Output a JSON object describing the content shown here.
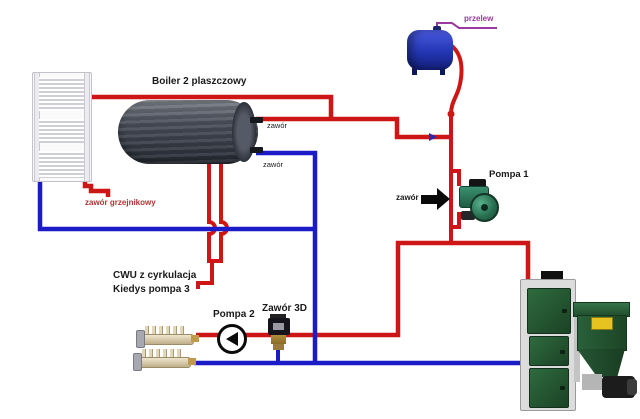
{
  "labels": {
    "boiler_title": "Boiler 2 plaszczowy",
    "przelew": "przelew",
    "tank_valve_top": "zawór",
    "tank_valve_bottom": "zawór",
    "radiator_valve": "zawór grzejnikowy",
    "pump1": "Pompa 1",
    "pump1_valve": "zawór",
    "cwu_line1": "CWU z cyrkulacja",
    "cwu_line2": "Kiedys pompa 3",
    "pump2": "Pompa 2",
    "valve_3d": "Zawór 3D"
  },
  "colors": {
    "red_pipe": "#cf1616",
    "blue_pipe": "#1b1bc8",
    "purple_line": "#9a3a9e",
    "label_red": "#b23434",
    "label_black": "#1a1a1a",
    "pump_green": "#2e7d5b",
    "furnace_green": "#2a5c36",
    "vessel_blue": "#2336b4",
    "tank_gray": "#474d58",
    "hopper_label_yellow": "#e6c31e"
  }
}
